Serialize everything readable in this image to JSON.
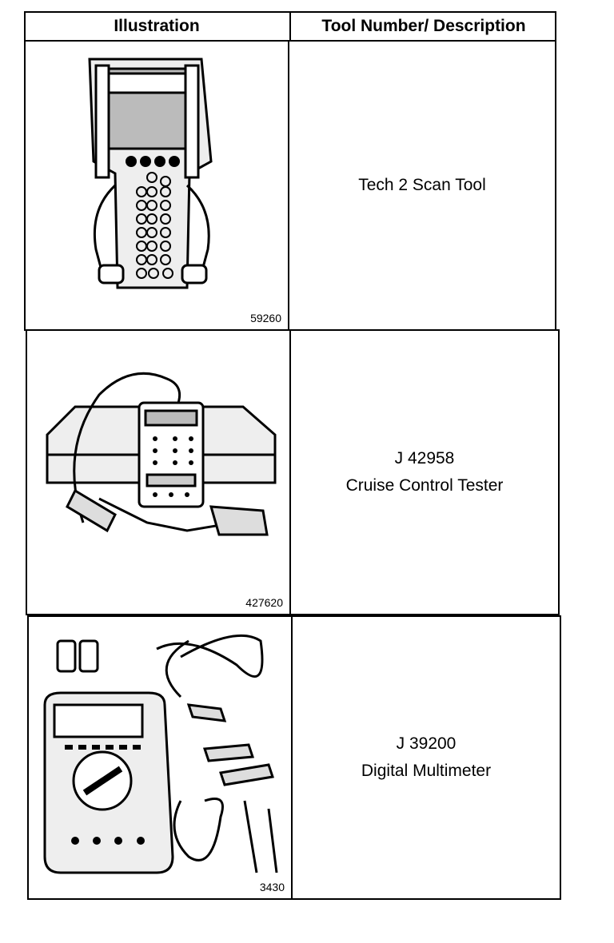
{
  "header": {
    "illustration": "Illustration",
    "tool": "Tool Number/ Description"
  },
  "rows": [
    {
      "tool_number": "",
      "description": "Tech 2 Scan Tool",
      "figure_number": "59260",
      "icon": "scan-tool-illustration"
    },
    {
      "tool_number": "J 42958",
      "description": "Cruise Control Tester",
      "figure_number": "427620",
      "icon": "cruise-control-tester-illustration"
    },
    {
      "tool_number": "J 39200",
      "description": "Digital Multimeter",
      "figure_number": "3430",
      "icon": "multimeter-illustration"
    }
  ]
}
